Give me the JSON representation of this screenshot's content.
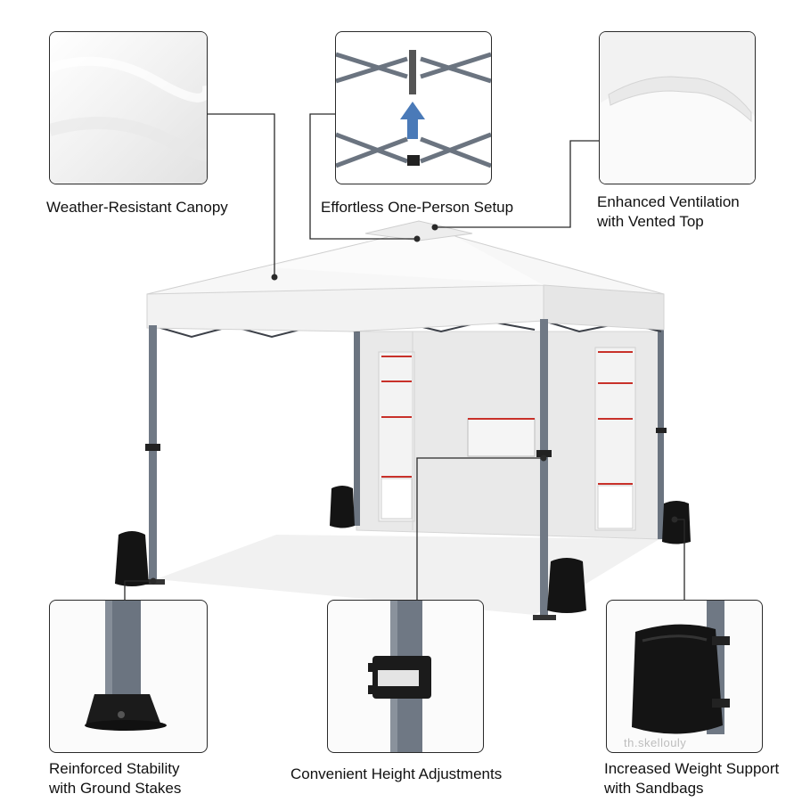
{
  "features": {
    "canopy": {
      "label": "Weather-Resistant Canopy"
    },
    "setup": {
      "label": "Effortless One-Person Setup"
    },
    "ventilation": {
      "line1": "Enhanced Ventilation",
      "line2": "with Vented Top"
    },
    "stability": {
      "line1": "Reinforced Stability",
      "line2": "with Ground Stakes"
    },
    "height": {
      "label": "Convenient Height Adjustments"
    },
    "weight": {
      "line1": "Increased Weight Support",
      "line2": "with Sandbags"
    }
  },
  "watermark": "th.skellouly",
  "colors": {
    "frame": "#6b7480",
    "canopy": "#f7f7f7",
    "sidewall": "#ececec",
    "accent_red": "#c8312a",
    "arrow_blue": "#4a7ab8",
    "sandbag": "#141414"
  }
}
